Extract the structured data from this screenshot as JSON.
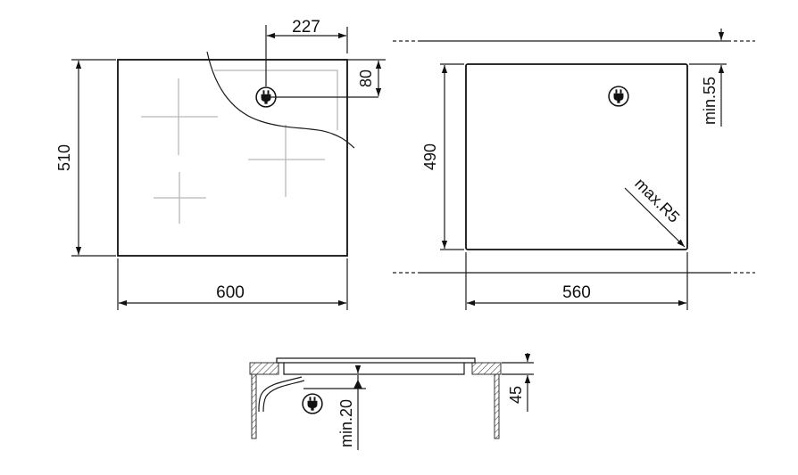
{
  "top_view": {
    "width_label": "600",
    "depth_label": "510",
    "plug_offset_x_label": "227",
    "plug_offset_y_label": "80"
  },
  "cutout_view": {
    "width_label": "560",
    "depth_label": "490",
    "min_edge_label": "min.55",
    "corner_radius_label": "max.R5"
  },
  "side_view": {
    "height_label": "45",
    "min_clearance_label": "min.20"
  },
  "icons": [
    "plug-icon",
    "plug-icon",
    "plug-icon"
  ]
}
